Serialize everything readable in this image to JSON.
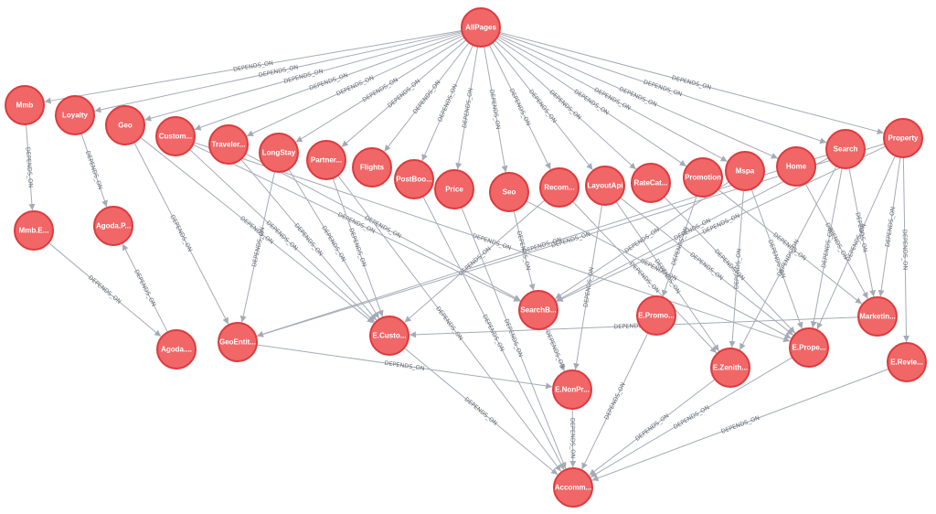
{
  "graph": {
    "node_color": "#f16667",
    "node_border": "#dc3b3e",
    "edge_color": "#a5abb6",
    "edge_label": "DEPENDS_ON",
    "nodes": [
      {
        "id": "allpages",
        "label": "AllPages"
      },
      {
        "id": "mmb",
        "label": "Mmb"
      },
      {
        "id": "loyalty",
        "label": "Loyalty"
      },
      {
        "id": "geo",
        "label": "Geo"
      },
      {
        "id": "custom",
        "label": "Custom..."
      },
      {
        "id": "traveler",
        "label": "Traveler..."
      },
      {
        "id": "longstay",
        "label": "LongStay"
      },
      {
        "id": "partner",
        "label": "Partner..."
      },
      {
        "id": "flights",
        "label": "Flights"
      },
      {
        "id": "postboo",
        "label": "PostBoo..."
      },
      {
        "id": "price",
        "label": "Price"
      },
      {
        "id": "seo",
        "label": "Seo"
      },
      {
        "id": "recom",
        "label": "Recom..."
      },
      {
        "id": "layoutapi",
        "label": "LayoutApi"
      },
      {
        "id": "ratecat",
        "label": "RateCat..."
      },
      {
        "id": "promotion",
        "label": "Promotion"
      },
      {
        "id": "mspa",
        "label": "Mspa"
      },
      {
        "id": "home",
        "label": "Home"
      },
      {
        "id": "search",
        "label": "Search"
      },
      {
        "id": "property",
        "label": "Property"
      },
      {
        "id": "mmbe",
        "label": "Mmb.E..."
      },
      {
        "id": "agodap",
        "label": "Agoda.P..."
      },
      {
        "id": "agoda",
        "label": "Agoda...."
      },
      {
        "id": "geoentit",
        "label": "GeoEntit..."
      },
      {
        "id": "ecusto",
        "label": "E.Custo..."
      },
      {
        "id": "searchb",
        "label": "SearchB..."
      },
      {
        "id": "epromo",
        "label": "E.Promo..."
      },
      {
        "id": "marketin",
        "label": "Marketin..."
      },
      {
        "id": "eprope",
        "label": "E.Prope..."
      },
      {
        "id": "ezenith",
        "label": "E.Zenith..."
      },
      {
        "id": "erevie",
        "label": "E.Revie..."
      },
      {
        "id": "enonpr",
        "label": "E.NonPr..."
      },
      {
        "id": "accomm",
        "label": "Accomm..."
      }
    ],
    "edges": [
      [
        "allpages",
        "mmb"
      ],
      [
        "allpages",
        "loyalty"
      ],
      [
        "allpages",
        "geo"
      ],
      [
        "allpages",
        "custom"
      ],
      [
        "allpages",
        "traveler"
      ],
      [
        "allpages",
        "longstay"
      ],
      [
        "allpages",
        "partner"
      ],
      [
        "allpages",
        "flights"
      ],
      [
        "allpages",
        "postboo"
      ],
      [
        "allpages",
        "price"
      ],
      [
        "allpages",
        "seo"
      ],
      [
        "allpages",
        "recom"
      ],
      [
        "allpages",
        "layoutapi"
      ],
      [
        "allpages",
        "ratecat"
      ],
      [
        "allpages",
        "promotion"
      ],
      [
        "allpages",
        "mspa"
      ],
      [
        "allpages",
        "home"
      ],
      [
        "allpages",
        "search"
      ],
      [
        "allpages",
        "property"
      ],
      [
        "mmb",
        "mmbe"
      ],
      [
        "loyalty",
        "agodap"
      ],
      [
        "agoda",
        "agodap"
      ],
      [
        "mmbe",
        "agoda"
      ],
      [
        "geo",
        "geoentit"
      ],
      [
        "geo",
        "ecusto"
      ],
      [
        "custom",
        "ecusto"
      ],
      [
        "custom",
        "searchb"
      ],
      [
        "custom",
        "eprope"
      ],
      [
        "traveler",
        "ecusto"
      ],
      [
        "traveler",
        "searchb"
      ],
      [
        "longstay",
        "geoentit"
      ],
      [
        "longstay",
        "ecusto"
      ],
      [
        "partner",
        "ecusto"
      ],
      [
        "partner",
        "accomm"
      ],
      [
        "postboo",
        "accomm"
      ],
      [
        "price",
        "accomm"
      ],
      [
        "seo",
        "searchb"
      ],
      [
        "seo",
        "eprope"
      ],
      [
        "recom",
        "ecusto"
      ],
      [
        "recom",
        "ezenith"
      ],
      [
        "layoutapi",
        "enonpr"
      ],
      [
        "layoutapi",
        "eprope"
      ],
      [
        "layoutapi",
        "ezenith"
      ],
      [
        "ratecat",
        "eprope"
      ],
      [
        "promotion",
        "epromo"
      ],
      [
        "promotion",
        "marketin"
      ],
      [
        "mspa",
        "searchb"
      ],
      [
        "mspa",
        "ezenith"
      ],
      [
        "mspa",
        "eprope"
      ],
      [
        "home",
        "marketin"
      ],
      [
        "search",
        "geoentit"
      ],
      [
        "search",
        "searchb"
      ],
      [
        "search",
        "eprope"
      ],
      [
        "search",
        "marketin"
      ],
      [
        "search",
        "ezenith"
      ],
      [
        "property",
        "geoentit"
      ],
      [
        "property",
        "searchb"
      ],
      [
        "property",
        "eprope"
      ],
      [
        "property",
        "marketin"
      ],
      [
        "property",
        "erevie"
      ],
      [
        "marketin",
        "ecusto"
      ],
      [
        "geoentit",
        "enonpr"
      ],
      [
        "searchb",
        "enonpr"
      ],
      [
        "enonpr",
        "accomm"
      ],
      [
        "ecusto",
        "accomm"
      ],
      [
        "epromo",
        "accomm"
      ],
      [
        "eprope",
        "accomm"
      ],
      [
        "erevie",
        "accomm"
      ],
      [
        "ezenith",
        "accomm"
      ]
    ]
  }
}
